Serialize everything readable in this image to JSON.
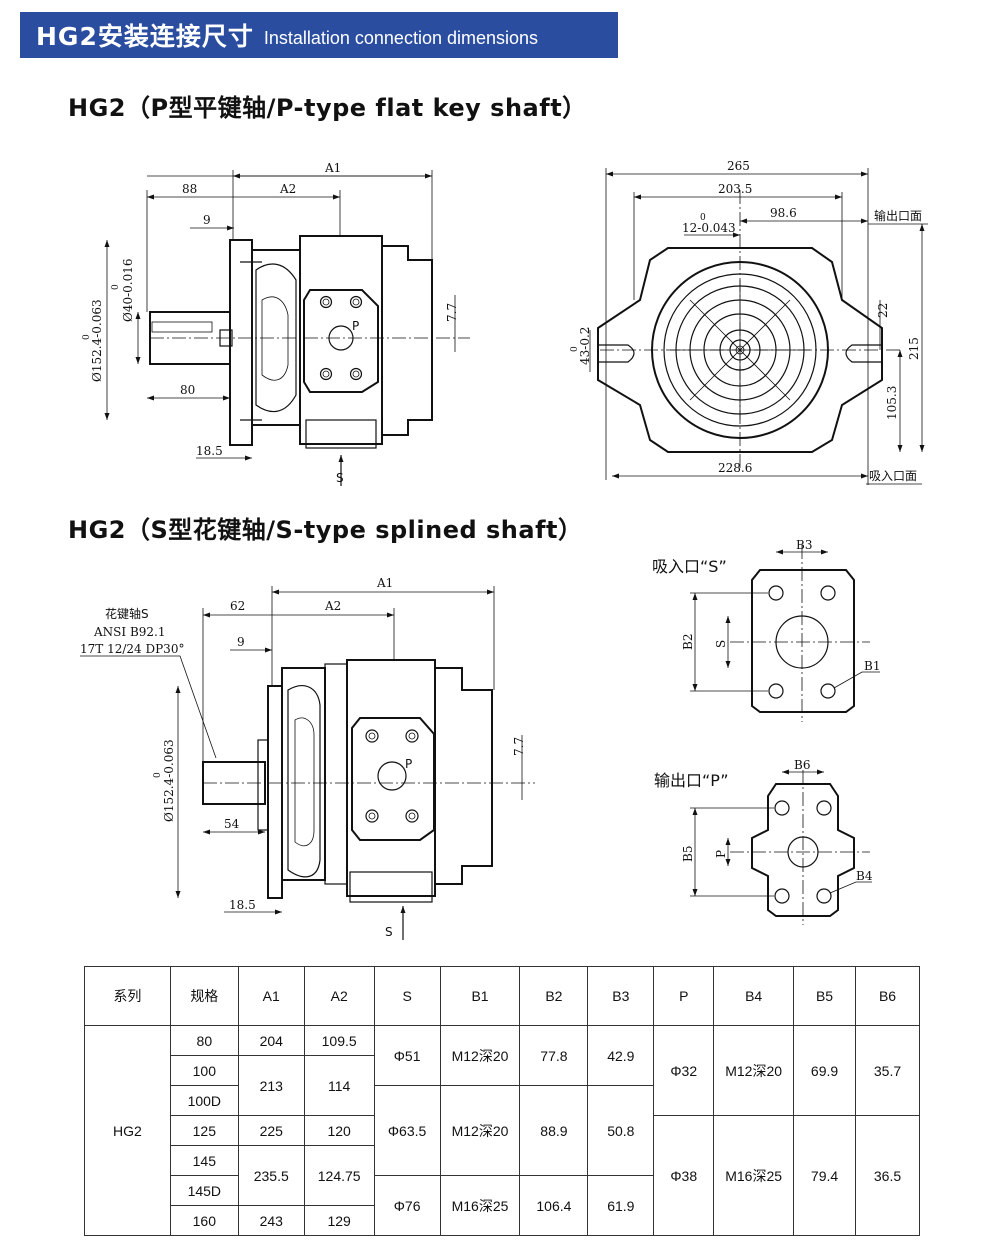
{
  "banner": {
    "zh": "HG2安装连接尺寸",
    "en": "Installation connection dimensions"
  },
  "section1": {
    "title": "HG2（P型平键轴/P-type flat key shaft）"
  },
  "section2": {
    "title": "HG2（S型花键轴/S-type splined shaft）"
  },
  "drawing1": {
    "a1": "A1",
    "a2": "A2",
    "d88": "88",
    "d9": "9",
    "d80": "80",
    "d18": "18.5",
    "d77": "7.7",
    "port_p": "P",
    "port_s": "S",
    "dia152": "Ø152.4-0.063",
    "dia152_sup": "0",
    "dia40": "Ø40-0.016",
    "dia40_sup": "0"
  },
  "drawing2": {
    "d265": "265",
    "d2035": "203.5",
    "d986": "98.6",
    "d12": "12-0.043",
    "d12_sup": "0",
    "outlet": "输出口面",
    "inlet": "吸入口面",
    "d22": "22",
    "d215": "215",
    "d1053": "105.3",
    "d2286": "228.6",
    "d43": "43-0.2",
    "d43_sup": "0"
  },
  "drawing3": {
    "a1": "A1",
    "a2": "A2",
    "d62": "62",
    "d9": "9",
    "d54": "54",
    "d18": "18.5",
    "d77": "7.7",
    "port_p": "P",
    "port_s": "S",
    "dia152": "Ø152.4-0.063",
    "dia152_sup": "0",
    "spline1": "花键轴S",
    "spline2": "ANSI B92.1",
    "spline3": "17T 12/24 DP30°"
  },
  "drawing4": {
    "inlet_label": "吸入口“S”",
    "b3": "B3",
    "b2": "B2",
    "s": "S",
    "b1": "B1",
    "outlet_label": "输出口“P”",
    "b6": "B6",
    "b5": "B5",
    "p": "P",
    "b4": "B4"
  },
  "table": {
    "headers": [
      "系列",
      "规格",
      "A1",
      "A2",
      "S",
      "B1",
      "B2",
      "B3",
      "P",
      "B4",
      "B5",
      "B6"
    ],
    "series": "HG2",
    "specs": [
      "80",
      "100",
      "100D",
      "125",
      "145",
      "145D",
      "160"
    ],
    "a1": [
      "204",
      "213",
      "225",
      "235.5",
      "243"
    ],
    "a2": [
      "109.5",
      "114",
      "120",
      "124.75",
      "129"
    ],
    "s": [
      "Φ51",
      "Φ63.5",
      "Φ76"
    ],
    "b1": [
      "M12深20",
      "M12深20",
      "M16深25"
    ],
    "b2": [
      "77.8",
      "88.9",
      "106.4"
    ],
    "b3": [
      "42.9",
      "50.8",
      "61.9"
    ],
    "p": [
      "Φ32",
      "Φ38"
    ],
    "b4": [
      "M12深20",
      "M16深25"
    ],
    "b5": [
      "69.9",
      "79.4"
    ],
    "b6": [
      "35.7",
      "36.5"
    ]
  }
}
